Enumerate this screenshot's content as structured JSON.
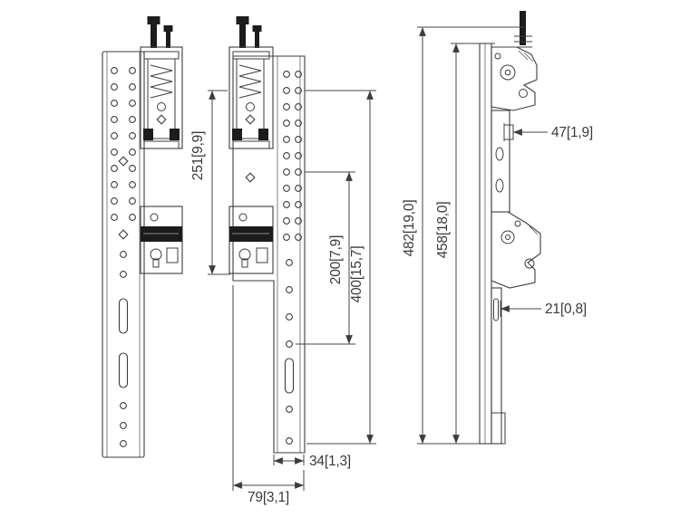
{
  "drawing": {
    "description": "Technical dimension drawing of display mount rail brackets, three views",
    "colors": {
      "line": "#3d3d3d",
      "text": "#3a3a3a",
      "background": "#ffffff",
      "hardware": "#1c1c1c"
    },
    "dims": {
      "d251": "251[9,9]",
      "d200": "200[7,9]",
      "d400": "400[15,7]",
      "d482": "482[19,0]",
      "d458": "458[18,0]",
      "d47": "47[1,9]",
      "d21": "21[0,8]",
      "d34": "34[1,3]",
      "d79": "79[3,1]"
    }
  }
}
